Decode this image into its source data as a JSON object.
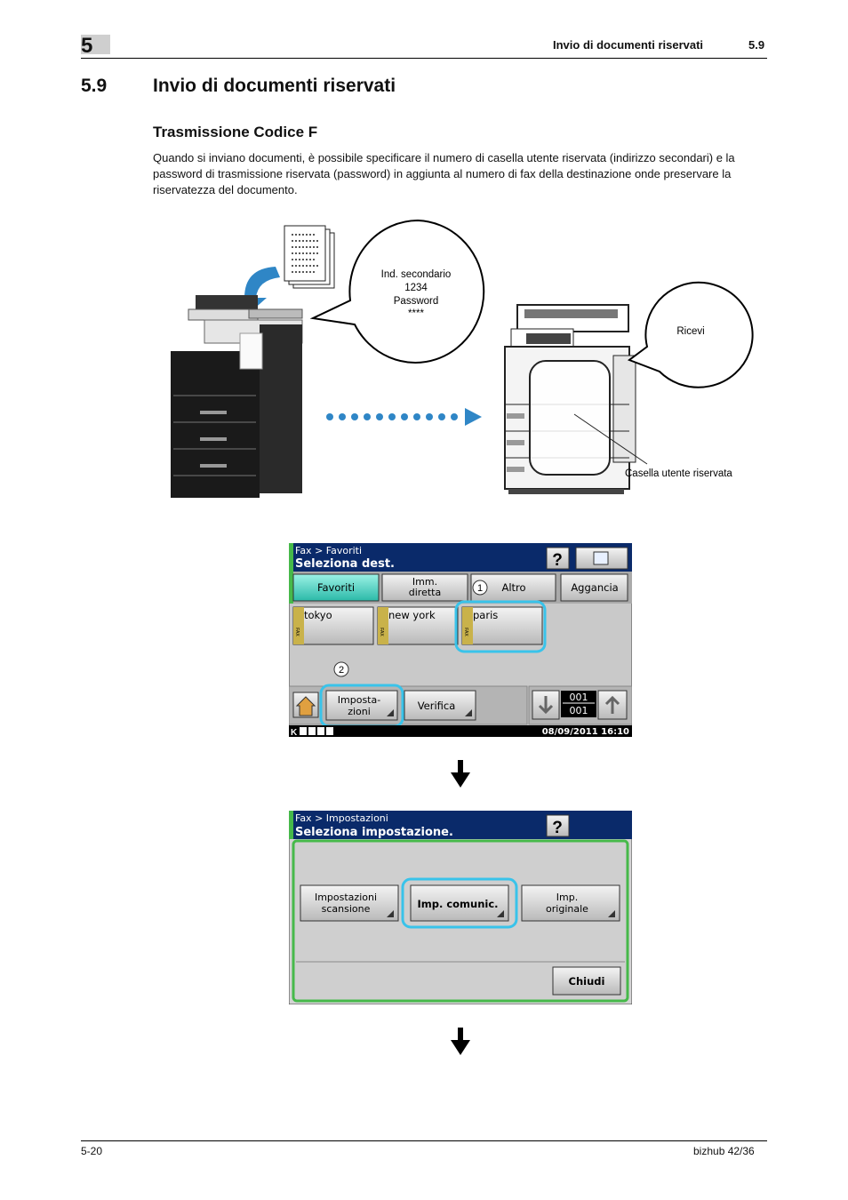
{
  "header": {
    "chapter_number": "5",
    "running_title": "Invio di documenti riservati",
    "running_section": "5.9"
  },
  "section": {
    "number": "5.9",
    "title": "Invio di documenti riservati"
  },
  "subsection": {
    "title": "Trasmissione Codice F"
  },
  "body": {
    "paragraph": "Quando si inviano documenti, è possibile specificare il numero di casella utente riservata (indirizzo secondari) e la password di trasmissione riservata (password) in aggiunta al numero di fax della destinazione onde preservare la riservatezza del documento."
  },
  "diagram": {
    "bubble_left": {
      "line1": "Ind. secondario",
      "line2": "1234",
      "line3": "Password",
      "line4": "****"
    },
    "bubble_right": "Ricevi",
    "box_label": "Casella utente riservata"
  },
  "screen1": {
    "breadcrumb": "Fax > Favoriti",
    "title": "Seleziona dest.",
    "tabs": [
      {
        "label": "Favoriti"
      },
      {
        "label1": "Imm.",
        "label2": "diretta"
      },
      {
        "label": "Altro"
      },
      {
        "label": "Aggancia"
      }
    ],
    "callout1": "1",
    "callout2": "2",
    "contacts": [
      {
        "name": "tokyo"
      },
      {
        "name": "new york"
      },
      {
        "name": "paris"
      }
    ],
    "fax_tag": "FAX",
    "btn_impostazioni_1": "Imposta-",
    "btn_impostazioni_2": "zioni",
    "btn_verifica": "Verifica",
    "page_current": "001",
    "page_total": "001",
    "status_k": "K",
    "datetime": "08/09/2011  16:10"
  },
  "screen2": {
    "breadcrumb": "Fax > Impostazioni",
    "title": "Seleziona impostazione.",
    "btn_scan_1": "Impostazioni",
    "btn_scan_2": "scansione",
    "btn_comunic": "Imp. comunic.",
    "btn_orig_1": "Imp.",
    "btn_orig_2": "originale",
    "btn_close": "Chiudi"
  },
  "footer": {
    "page": "5-20",
    "product": "bizhub 42/36"
  },
  "colors": {
    "lcd_blue": "#0a2a6a",
    "tab_active": "#3ccfc0",
    "highlight": "#39c3ea",
    "green_frame": "#46b94a"
  }
}
